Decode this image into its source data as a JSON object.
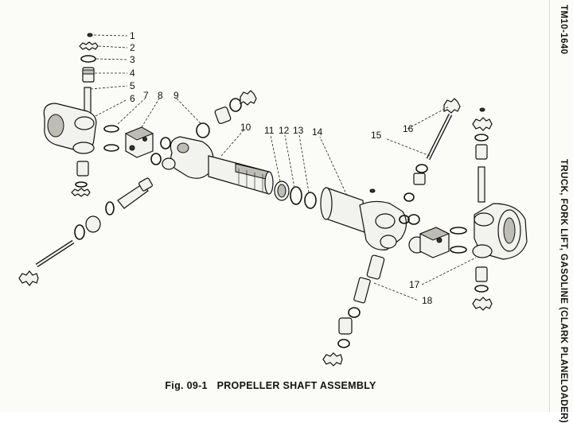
{
  "figure": {
    "caption_number": "Fig. 09-1",
    "caption_title": "PROPELLER SHAFT ASSEMBLY",
    "callouts": [
      "1",
      "2",
      "3",
      "4",
      "5",
      "6",
      "7",
      "8",
      "9",
      "10",
      "11",
      "12",
      "13",
      "14",
      "15",
      "16",
      "17",
      "18"
    ]
  },
  "sidebar": {
    "manual_number": "TM10-1640",
    "manual_title": "TRUCK, FORK LIFT, GASOLINE (CLARK PLANELOADER)"
  }
}
